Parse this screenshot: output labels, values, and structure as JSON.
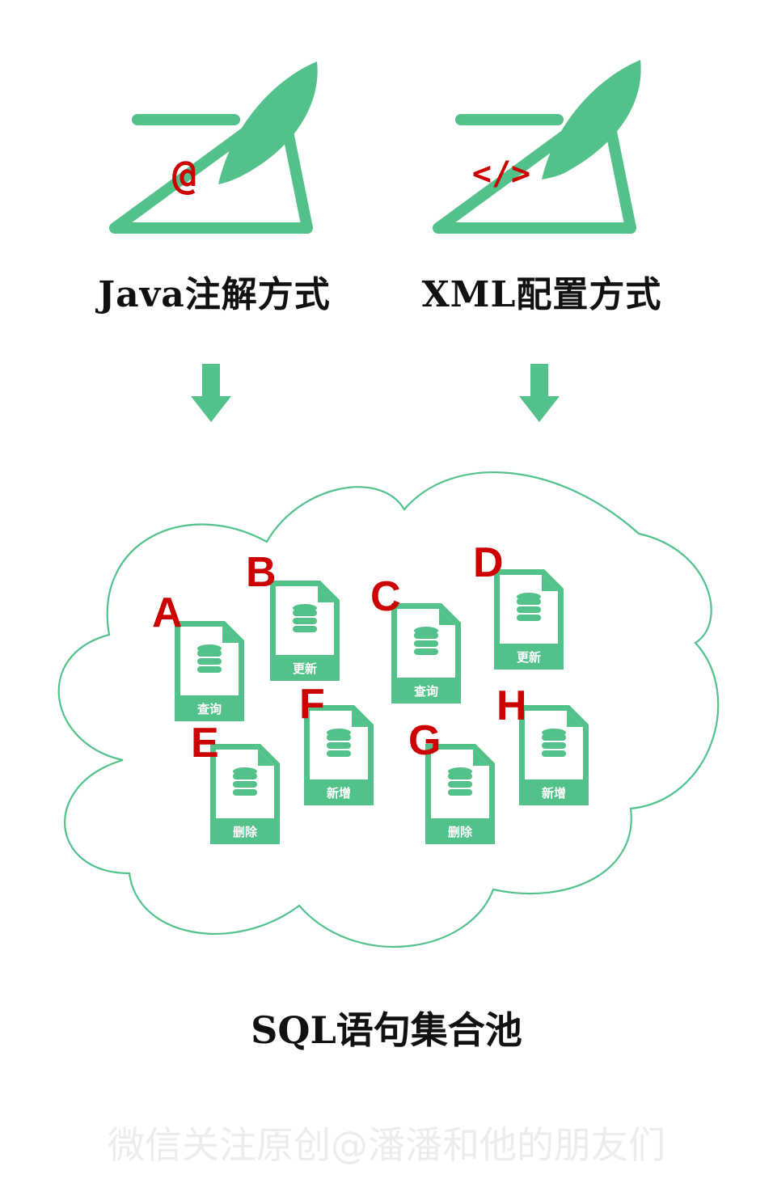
{
  "sources": [
    {
      "label": "Java注解方式",
      "glyph": "@",
      "icon": "quill-document-icon"
    },
    {
      "label": "XML配置方式",
      "glyph": "</>",
      "icon": "quill-document-icon"
    }
  ],
  "pool": {
    "label": "SQL语句集合池",
    "statements": [
      {
        "letter": "A",
        "action": "查询"
      },
      {
        "letter": "B",
        "action": "更新"
      },
      {
        "letter": "C",
        "action": "查询"
      },
      {
        "letter": "D",
        "action": "更新"
      },
      {
        "letter": "E",
        "action": "删除"
      },
      {
        "letter": "F",
        "action": "新增"
      },
      {
        "letter": "G",
        "action": "删除"
      },
      {
        "letter": "H",
        "action": "新增"
      }
    ]
  },
  "watermark": "微信关注原创@潘潘和他的朋友们",
  "colors": {
    "accent": "#52c18a",
    "letter": "#cc0000",
    "text": "#111111"
  }
}
